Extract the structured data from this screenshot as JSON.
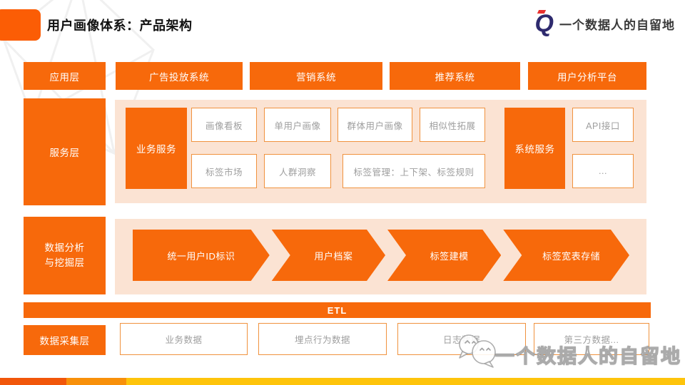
{
  "header": {
    "title": "用户画像体系：产品架构",
    "brand_mark": "Q",
    "brand_name": "一个数据人的自留地"
  },
  "application_layer": {
    "label": "应用层",
    "items": [
      "广告投放系统",
      "营销系统",
      "推荐系统",
      "用户分析平台"
    ]
  },
  "service_layer": {
    "label": "服务层",
    "business_group": {
      "label": "业务服务",
      "row1": [
        "画像看板",
        "单用户画像",
        "群体用户画像",
        "相似性拓展"
      ],
      "row2": [
        "标签市场",
        "人群洞察",
        "标签管理：上下架、标签规则"
      ]
    },
    "system_group": {
      "label": "系统服务",
      "items": [
        "API接口",
        "..."
      ]
    }
  },
  "analysis_layer": {
    "label_line1": "数据分析",
    "label_line2": "与挖掘层",
    "steps": [
      "统一用户ID标识",
      "用户档案",
      "标签建模",
      "标签宽表存储"
    ]
  },
  "etl": {
    "label": "ETL"
  },
  "collection_layer": {
    "label": "数据采集层",
    "items": [
      "业务数据",
      "埋点行为数据",
      "日志数据",
      "第三方数据..."
    ]
  },
  "watermark": {
    "text": "一个数据人的自留地"
  },
  "colors": {
    "orange": "#F7690B",
    "peach": "#FBE3D3",
    "box_border": "#F0923E",
    "muted_text": "#9E9E9E",
    "brand_navy": "#2E2A6E",
    "stripe": [
      "#F1560A",
      "#F8900A",
      "#FEC40B"
    ]
  }
}
